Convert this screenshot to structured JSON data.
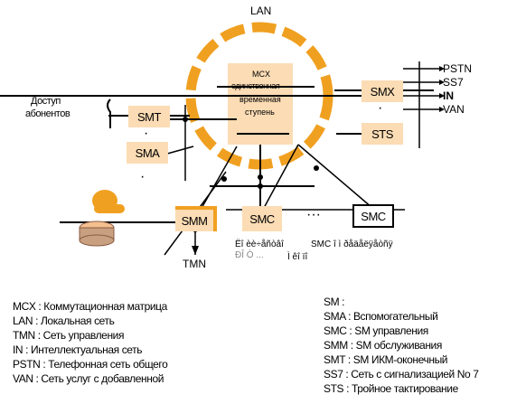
{
  "diagram": {
    "top_label": "LAN",
    "access_label": [
      "Доступ",
      "абонентов"
    ],
    "mcx_label": [
      "MCX",
      "единственная",
      "временная",
      "ступень"
    ],
    "nodes": {
      "smt": "SMT",
      "sma": "SMA",
      "smm": "SMM",
      "smx": "SMX",
      "sts": "STS",
      "smc1": "SMC",
      "smc2": "SMC"
    },
    "right_links": [
      "PSTN",
      "SS7",
      "IN",
      "VAN"
    ],
    "bottom_label": "TMN",
    "garbled_left": [
      "Ëî èè÷åñòâî",
      "ÐÎ Ò ..."
    ],
    "garbled_right": [
      "SMC î ì ðåäåëÿåòñÿ",
      "Ì êî ïî"
    ],
    "dots_horizontal": "···",
    "dots_vertical": "·",
    "colors": {
      "ring": "#f0a020",
      "box_fill": "#fbdcb4",
      "line": "#000000"
    }
  },
  "legend_left": [
    "MCX : Коммутационная матрица",
    "LAN : Локальная сеть",
    "TMN : Сеть управления",
    "IN : Интеллектуальная сеть",
    "PSTN : Телефонная сеть общего",
    "VAN : Сеть услуг с добавленной"
  ],
  "legend_right": [
    "SM :",
    "SMA : Вспомогательный",
    "SMC : SM управления",
    "SMM : SM обслуживания",
    "SMT : SM ИКМ-оконечный",
    "SS7 : Сеть с сигнализацией No 7",
    "STS : Тройное тактирование"
  ]
}
